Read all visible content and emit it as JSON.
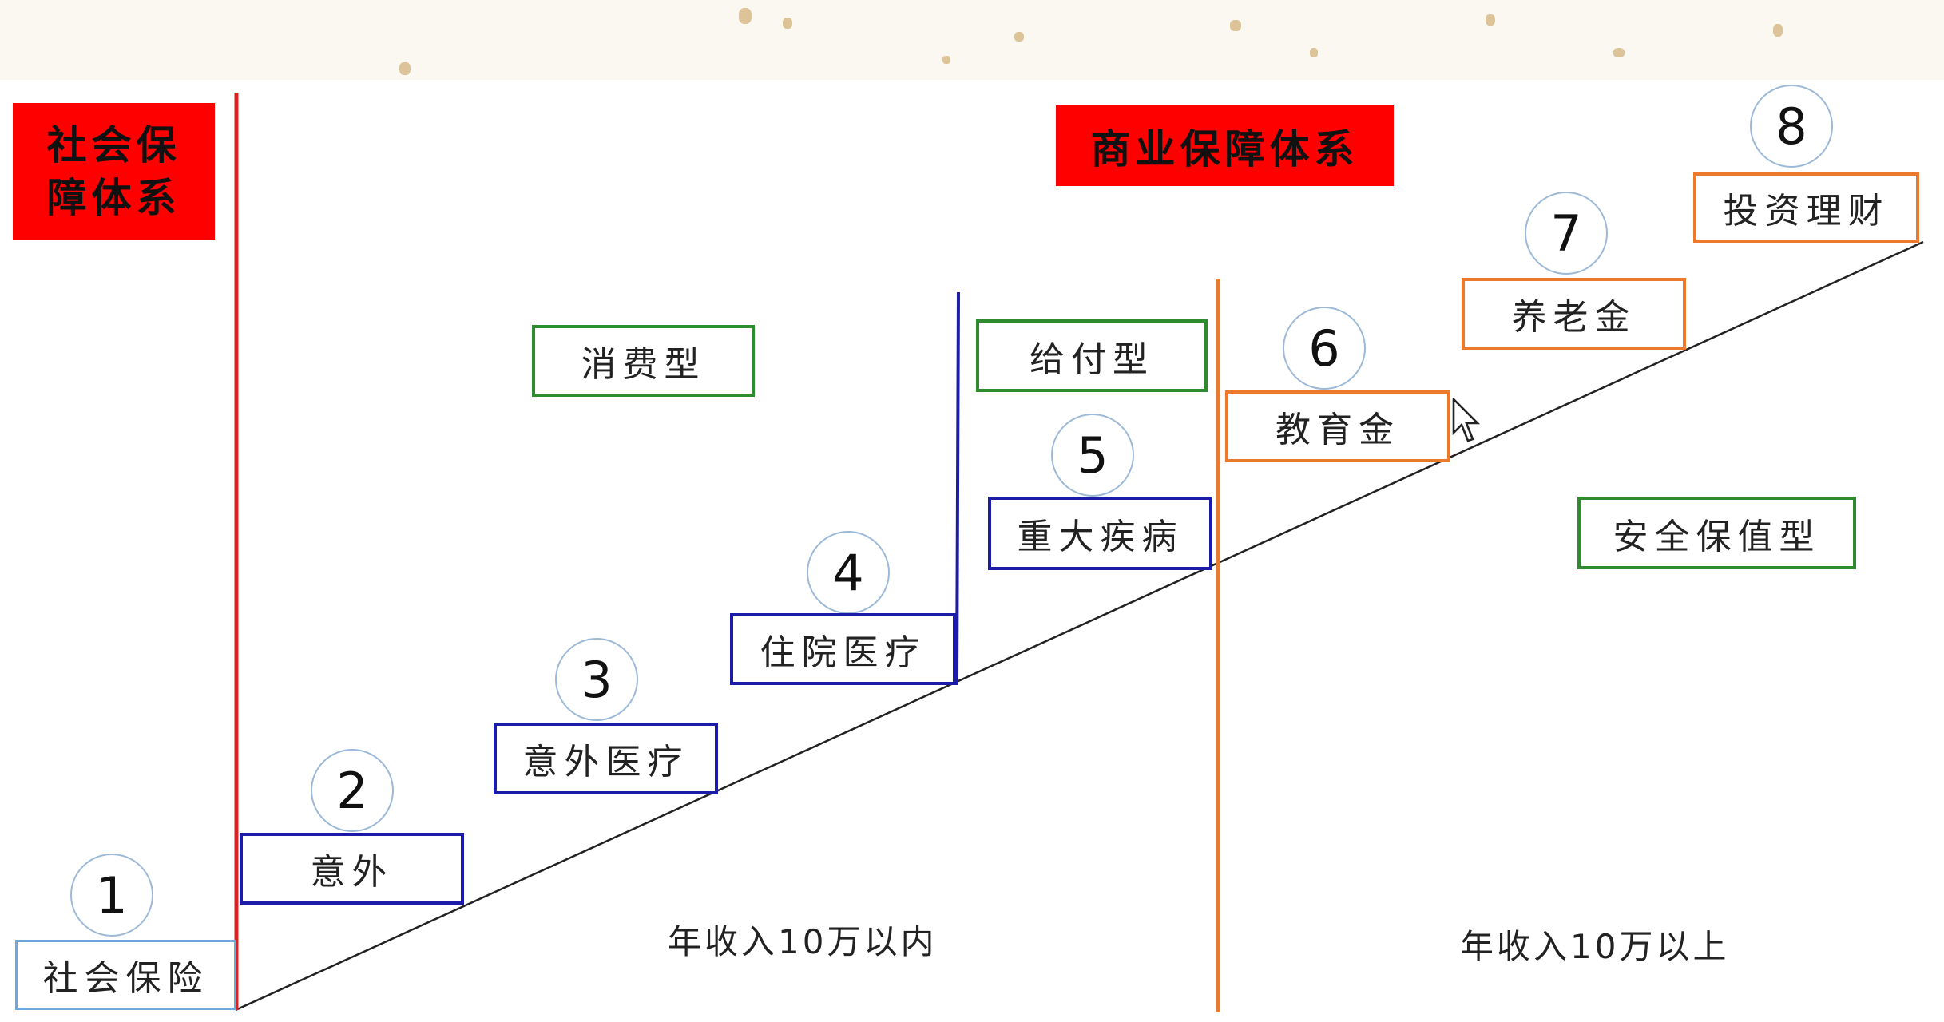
{
  "diagram": {
    "left_section_title": "社会保障体系",
    "left_section_title_lines": [
      "社会保",
      "障体系"
    ],
    "right_section_title": "商业保障体系",
    "steps": [
      {
        "number": "1",
        "label": "社会保险"
      },
      {
        "number": "2",
        "label": "意外"
      },
      {
        "number": "3",
        "label": "意外医疗"
      },
      {
        "number": "4",
        "label": "住院医疗"
      },
      {
        "number": "5",
        "label": "重大疾病"
      },
      {
        "number": "6",
        "label": "教育金"
      },
      {
        "number": "7",
        "label": "养老金"
      },
      {
        "number": "8",
        "label": "投资理财"
      }
    ],
    "categories": {
      "consumption": "消费型",
      "payout": "给付型",
      "safe_value": "安全保值型"
    },
    "income_labels": {
      "under_100k": "年收入10万以内",
      "over_100k": "年收入10万以上"
    },
    "colors": {
      "title_red": "#ff0000",
      "social_line_red": "#e02020",
      "blue": "#1c1ca8",
      "light_blue": "#6fa8dc",
      "green": "#2e8b2e",
      "orange": "#ec7a2d"
    }
  }
}
